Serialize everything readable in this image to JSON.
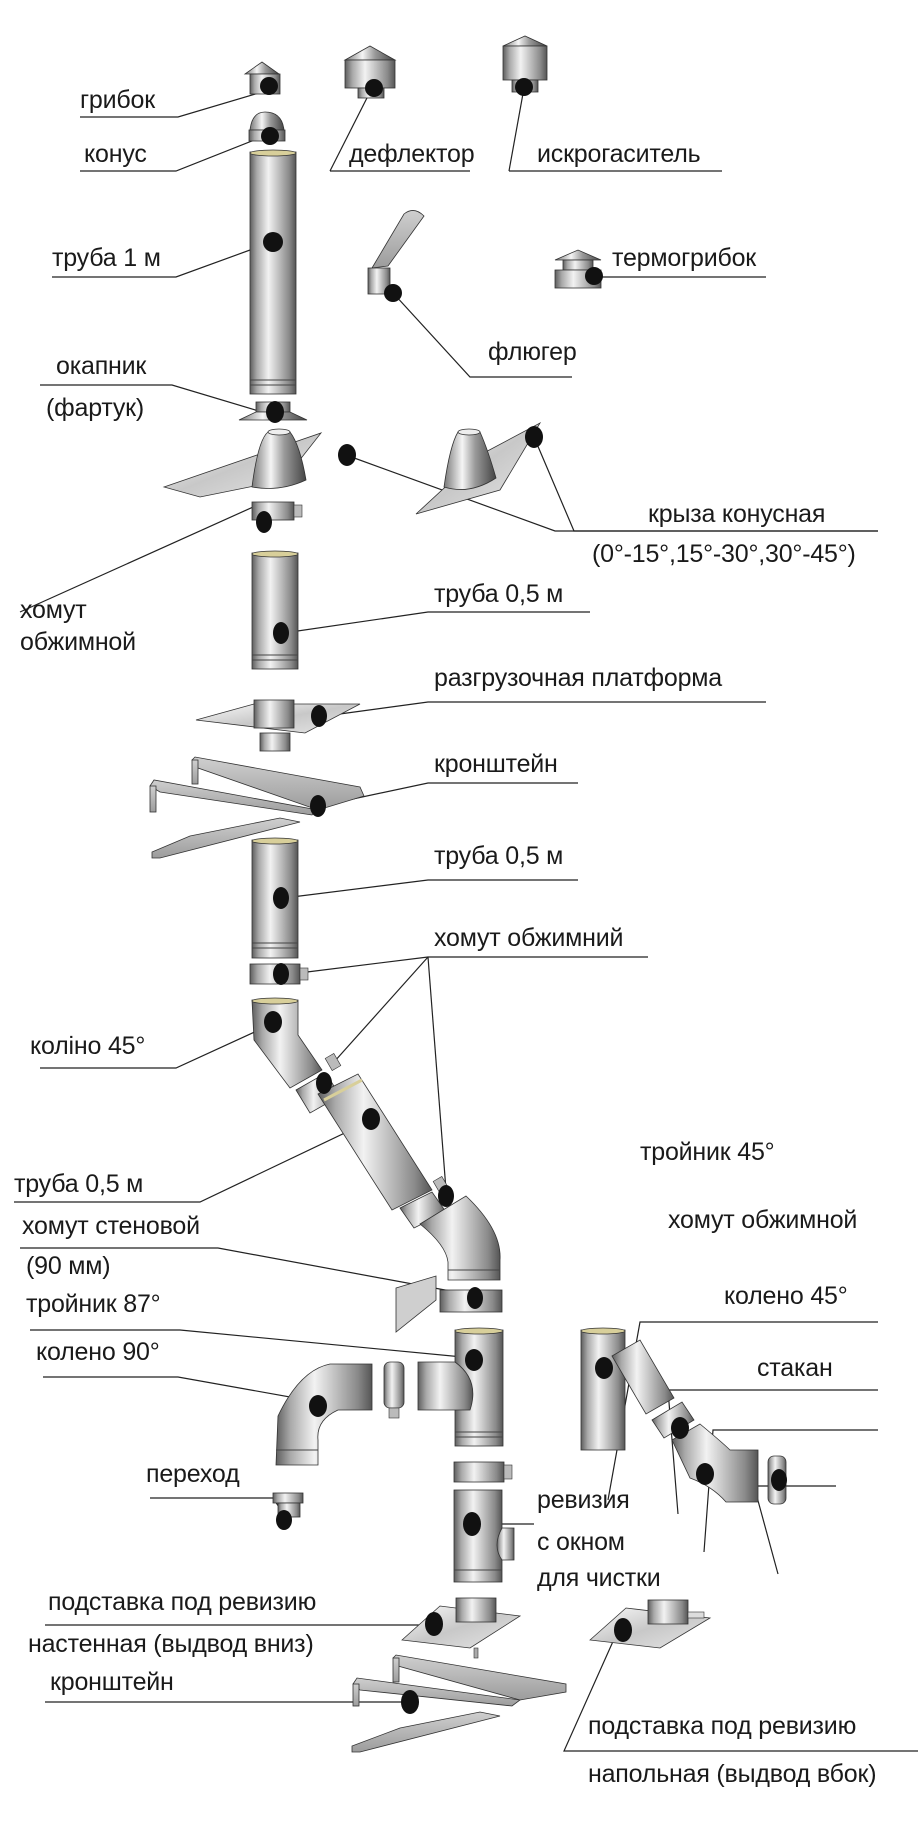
{
  "diagram": {
    "colors": {
      "metal_light": "#e8e8e8",
      "metal_mid": "#b5b5b5",
      "metal_dark": "#6e6e6e",
      "marker": "#111111",
      "line": "#222222",
      "brass": "#d8cf9a"
    },
    "labels": {
      "gribok": "грибок",
      "konus": "конус",
      "deflektor": "дефлектор",
      "iskrogasitel": "искрогаситель",
      "truba_1m": "труба 1 м",
      "termogribok": "термогрибок",
      "fluger": "флюгер",
      "okapnik_1": "окапник",
      "okapnik_2": "(фартук)",
      "kryza_1": "крыза конусная",
      "kryza_2": "(0°-15°,15°-30°,30°-45°)",
      "homut_1_a": "хомут",
      "homut_1_b": "обжимной",
      "truba_05_a": "труба 0,5 м",
      "platforma": "разгрузочная платформа",
      "kronshtein_1": "кронштейн",
      "truba_05_b": "труба 0,5 м",
      "homut_obzhimniy": "хомут обжимний",
      "kolino_45": "коліно 45°",
      "truba_05_c": "труба 0,5 м",
      "troinik_45": "тройник 45°",
      "homut_stenovoi_1": "хомут стеновой",
      "homut_stenovoi_2": "(90 мм)",
      "homut_obzhimnoi_2": "хомут обжимной",
      "troinik_87": "тройник 87°",
      "koleno_45": "колено 45°",
      "koleno_90": "колено 90°",
      "stakan": "стакан",
      "perehod": "переход",
      "reviziya_1": "ревизия",
      "reviziya_2": "с окном",
      "reviziya_3": "для чистки",
      "podstavka_nast_1": "подставка под ревизию",
      "podstavka_nast_2": "настенная (выдвод вниз)",
      "kronshtein_2": "кронштейн",
      "podstavka_nap_1": "подставка под ревизию",
      "podstavka_nap_2": "напольная (выдвод вбок)"
    }
  }
}
